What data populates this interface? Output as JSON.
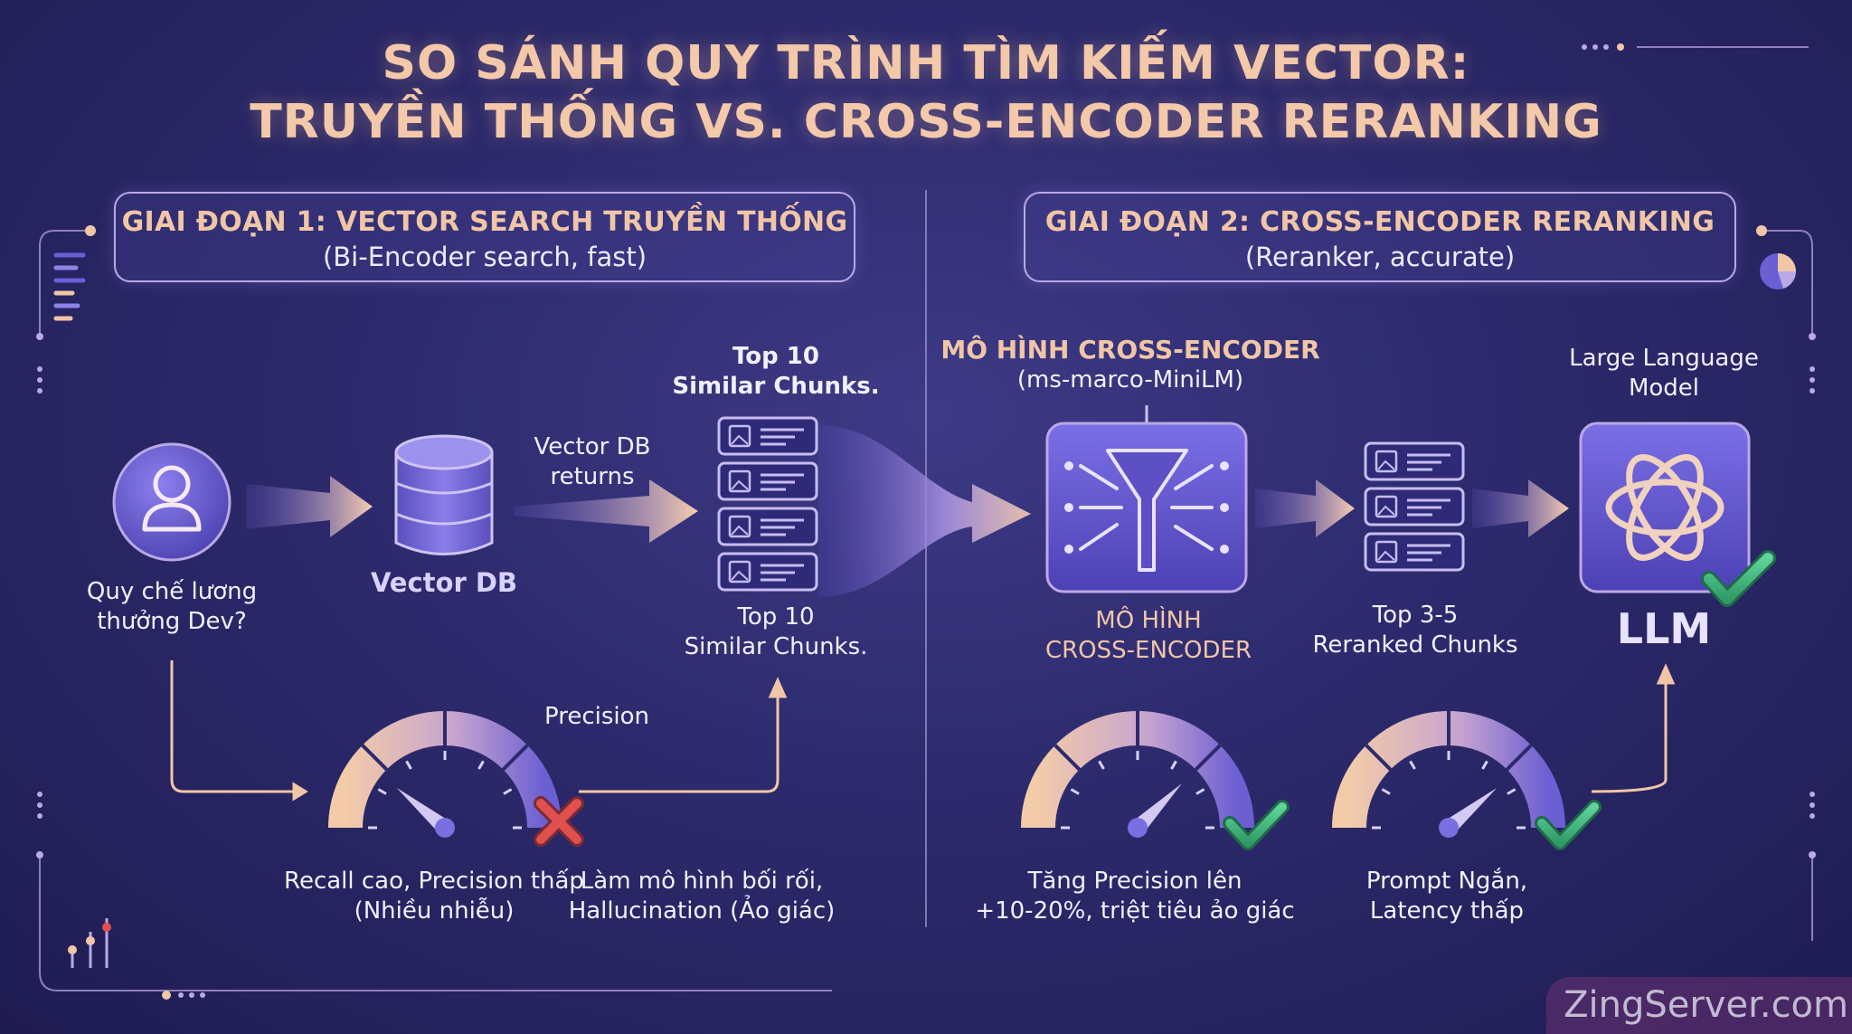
{
  "title": {
    "line1": "SO SÁNH QUY TRÌNH TÌM KIẾM VECTOR:",
    "line2": "TRUYỀN THỐNG VS. CROSS-ENCODER RERANKING"
  },
  "stage1": {
    "title": "GIAI ĐOẠN 1: VECTOR SEARCH TRUYỀN THỐNG",
    "subtitle": "(Bi-Encoder search, fast)"
  },
  "stage2": {
    "title": "GIAI ĐOẠN 2: CROSS-ENCODER RERANKING",
    "subtitle": "(Reranker, accurate)"
  },
  "user": {
    "line1": "Quy chế lương",
    "line2": "thưởng Dev?"
  },
  "vectordb": {
    "label": "Vector DB"
  },
  "returns": {
    "line1": "Vector DB",
    "line2": "returns"
  },
  "top10_above": {
    "line1": "Top 10",
    "line2": "Similar Chunks."
  },
  "top10_below": {
    "line1": "Top 10",
    "line2": "Similar Chunks."
  },
  "cross_encoder": {
    "heading": "MÔ HÌNH CROSS-ENCODER",
    "model": "(ms-marco-MiniLM)",
    "caption1": "MÔ HÌNH",
    "caption2": "CROSS-ENCODER"
  },
  "top35": {
    "line1": "Top 3-5",
    "line2": "Reranked Chunks"
  },
  "llm": {
    "above1": "Large Language",
    "above2": "Model",
    "label": "LLM"
  },
  "gauge1": {
    "label": "Precision",
    "caption1": "Recall cao, Precision thấp",
    "caption2": "(Nhiều nhiễu)",
    "side1": "Làm mô hình bối rối,",
    "side2": "Hallucination (Ảo giác)",
    "level": 0.22
  },
  "gauge2": {
    "caption1": "Tăng Precision lên",
    "caption2": "+10-20%, triệt tiêu ảo giác",
    "level": 0.75
  },
  "gauge3": {
    "caption1": "Prompt Ngắn,",
    "caption2": "Latency thấp",
    "level": 0.78
  },
  "watermark": "ZingServer.com",
  "colors": {
    "peach": "#f1c6a6",
    "accent_purple": "#6b5fd3",
    "check_green": "#3fb07a",
    "cross_red": "#e0504e"
  },
  "icons": [
    "user-icon",
    "database-icon",
    "document-card-icon",
    "funnel-icon",
    "llm-knot-icon",
    "check-icon",
    "cross-icon"
  ]
}
